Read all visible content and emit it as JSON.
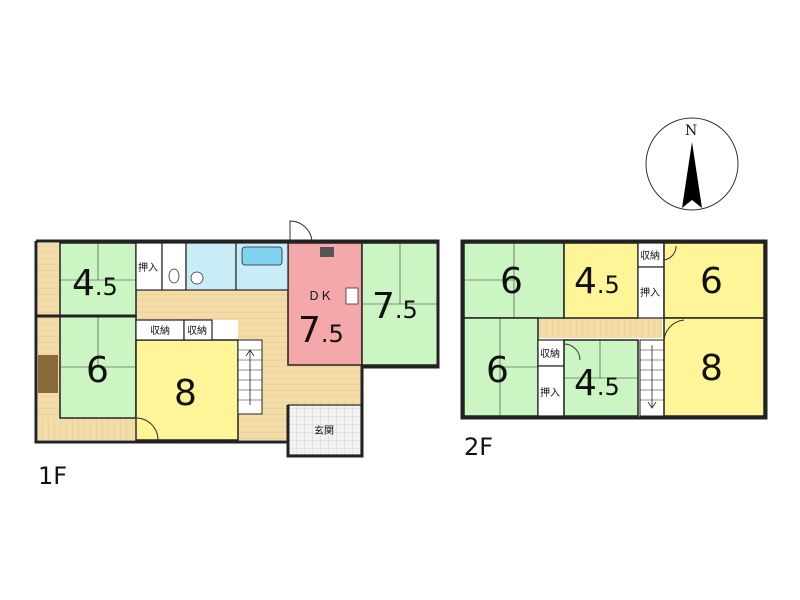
{
  "floors": {
    "first": {
      "label": "1F",
      "rooms": {
        "r45_int": "4",
        "r45_dec": ".5",
        "r6": "6",
        "r8": "8",
        "dk_label": "ＤＫ",
        "dk_int": "7",
        "dk_dec": ".5",
        "r75_int": "7",
        "r75_dec": ".5",
        "oshiire": "押入",
        "shuno_a": "収納",
        "shuno_b": "収納",
        "genkan": "玄関"
      }
    },
    "second": {
      "label": "2F",
      "rooms": {
        "r6_tl": "6",
        "r45_top_int": "4",
        "r45_top_dec": ".5",
        "r6_tr": "6",
        "r6_bl": "6",
        "r45_bot_int": "4",
        "r45_bot_dec": ".5",
        "r8": "8",
        "shuno_top": "収納",
        "oshiire_top": "押入",
        "shuno_mid": "収納",
        "oshiire_mid": "押入"
      }
    }
  },
  "compass": {
    "north": "N"
  },
  "colors": {
    "tatami_room": "#ccf5c4",
    "western_room": "#fdf597",
    "dining_kitchen": "#f5a8aa",
    "wood_floor": "#f4dca8",
    "bath": "#c9ecf7"
  }
}
